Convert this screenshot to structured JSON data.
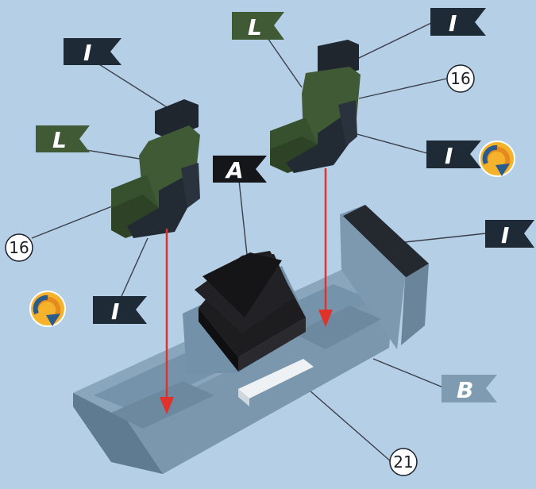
{
  "colors": {
    "background": "#b5cfe7",
    "flag_dark": "#1e2a35",
    "flag_green": "#3f5a34",
    "flag_blue": "#7f9bb1",
    "seat_green": "#3f5a34",
    "seat_dark": "#222a33",
    "console_dark": "#1a1a1c",
    "tub": "#7f9bb1",
    "arrow": "#e0312a",
    "rotate_badge": "#f4b32a"
  },
  "callouts": {
    "flag_I": "I",
    "flag_L": "L",
    "flag_A": "A",
    "flag_B": "B",
    "part_16": "16",
    "part_21": "21"
  },
  "icons": [
    "rotate-icon",
    "rotate-icon"
  ]
}
